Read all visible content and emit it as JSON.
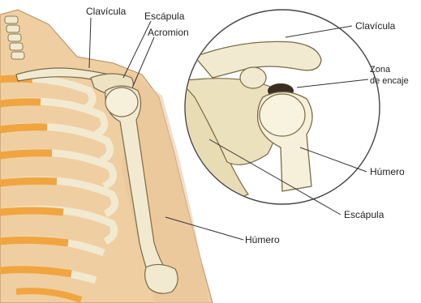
{
  "labels": {
    "clavicula_left": "Clavícula",
    "escapula_top": "Escápula",
    "acromion": "Acromion",
    "clavicula_right": "Clavícula",
    "zona_line1": "Zona",
    "zona_line2": "de encaje",
    "humero_right": "Húmero",
    "escapula_right": "Escápula",
    "humero_bottom": "Húmero"
  },
  "colors": {
    "skin": "#efcfa2",
    "skin_dark": "#e2b481",
    "bone": "#f1ead0",
    "bone_shadow": "#c9c19b",
    "cartilage": "#f0a540",
    "outline": "#6b5a3a",
    "leader": "#333333"
  }
}
